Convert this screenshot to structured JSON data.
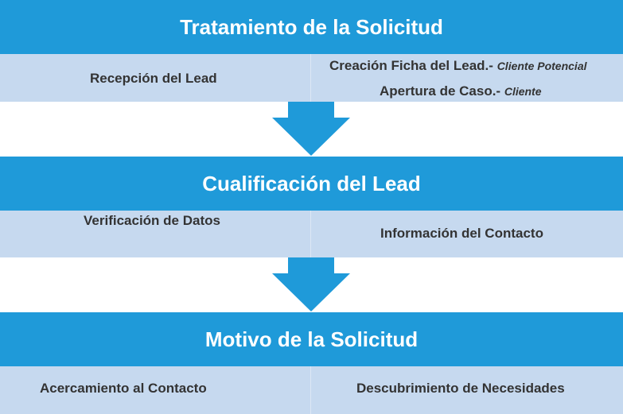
{
  "stages": [
    {
      "title": "Tratamiento de la Solicitud",
      "left": {
        "text": "Recepción del Lead"
      },
      "right": [
        {
          "text": "Creación Ficha del Lead.-",
          "note": "Cliente Potencial"
        },
        {
          "text": "Apertura de Caso.-",
          "note": "Cliente"
        }
      ]
    },
    {
      "title": "Cualificación del Lead",
      "left": {
        "text": "Verificación de Datos"
      },
      "right": [
        {
          "text": "Información del Contacto"
        }
      ]
    },
    {
      "title": "Motivo de la Solicitud",
      "left": {
        "text": "Acercamiento al Contacto"
      },
      "right": [
        {
          "text": "Descubrimiento de Necesidades"
        }
      ]
    }
  ],
  "colors": {
    "header": "#1f9ad9",
    "cell": "#c6d9ef",
    "arrow": "#1f9ad9",
    "text": "#333333",
    "header_text": "#ffffff"
  }
}
